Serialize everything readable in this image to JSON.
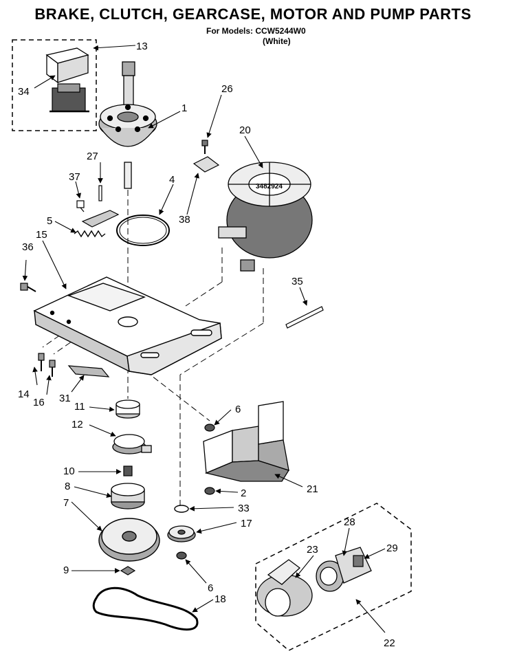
{
  "header": {
    "title": "BRAKE, CLUTCH, GEARCASE, MOTOR AND PUMP PARTS",
    "model_line": "For Models: CCW5244W0",
    "color_line": "(White)"
  },
  "motor_stamp": "3482924",
  "callouts": {
    "c1": "1",
    "c2": "2",
    "c4": "4",
    "c5": "5",
    "c6a": "6",
    "c6b": "6",
    "c7": "7",
    "c8": "8",
    "c9": "9",
    "c10": "10",
    "c11": "11",
    "c12": "12",
    "c13": "13",
    "c14": "14",
    "c15": "15",
    "c16": "16",
    "c17": "17",
    "c18": "18",
    "c20": "20",
    "c21": "21",
    "c22": "22",
    "c23": "23",
    "c26": "26",
    "c27": "27",
    "c28": "28",
    "c29": "29",
    "c31": "31",
    "c33": "33",
    "c34": "34",
    "c35": "35",
    "c36": "36",
    "c37": "37",
    "c38": "38"
  }
}
